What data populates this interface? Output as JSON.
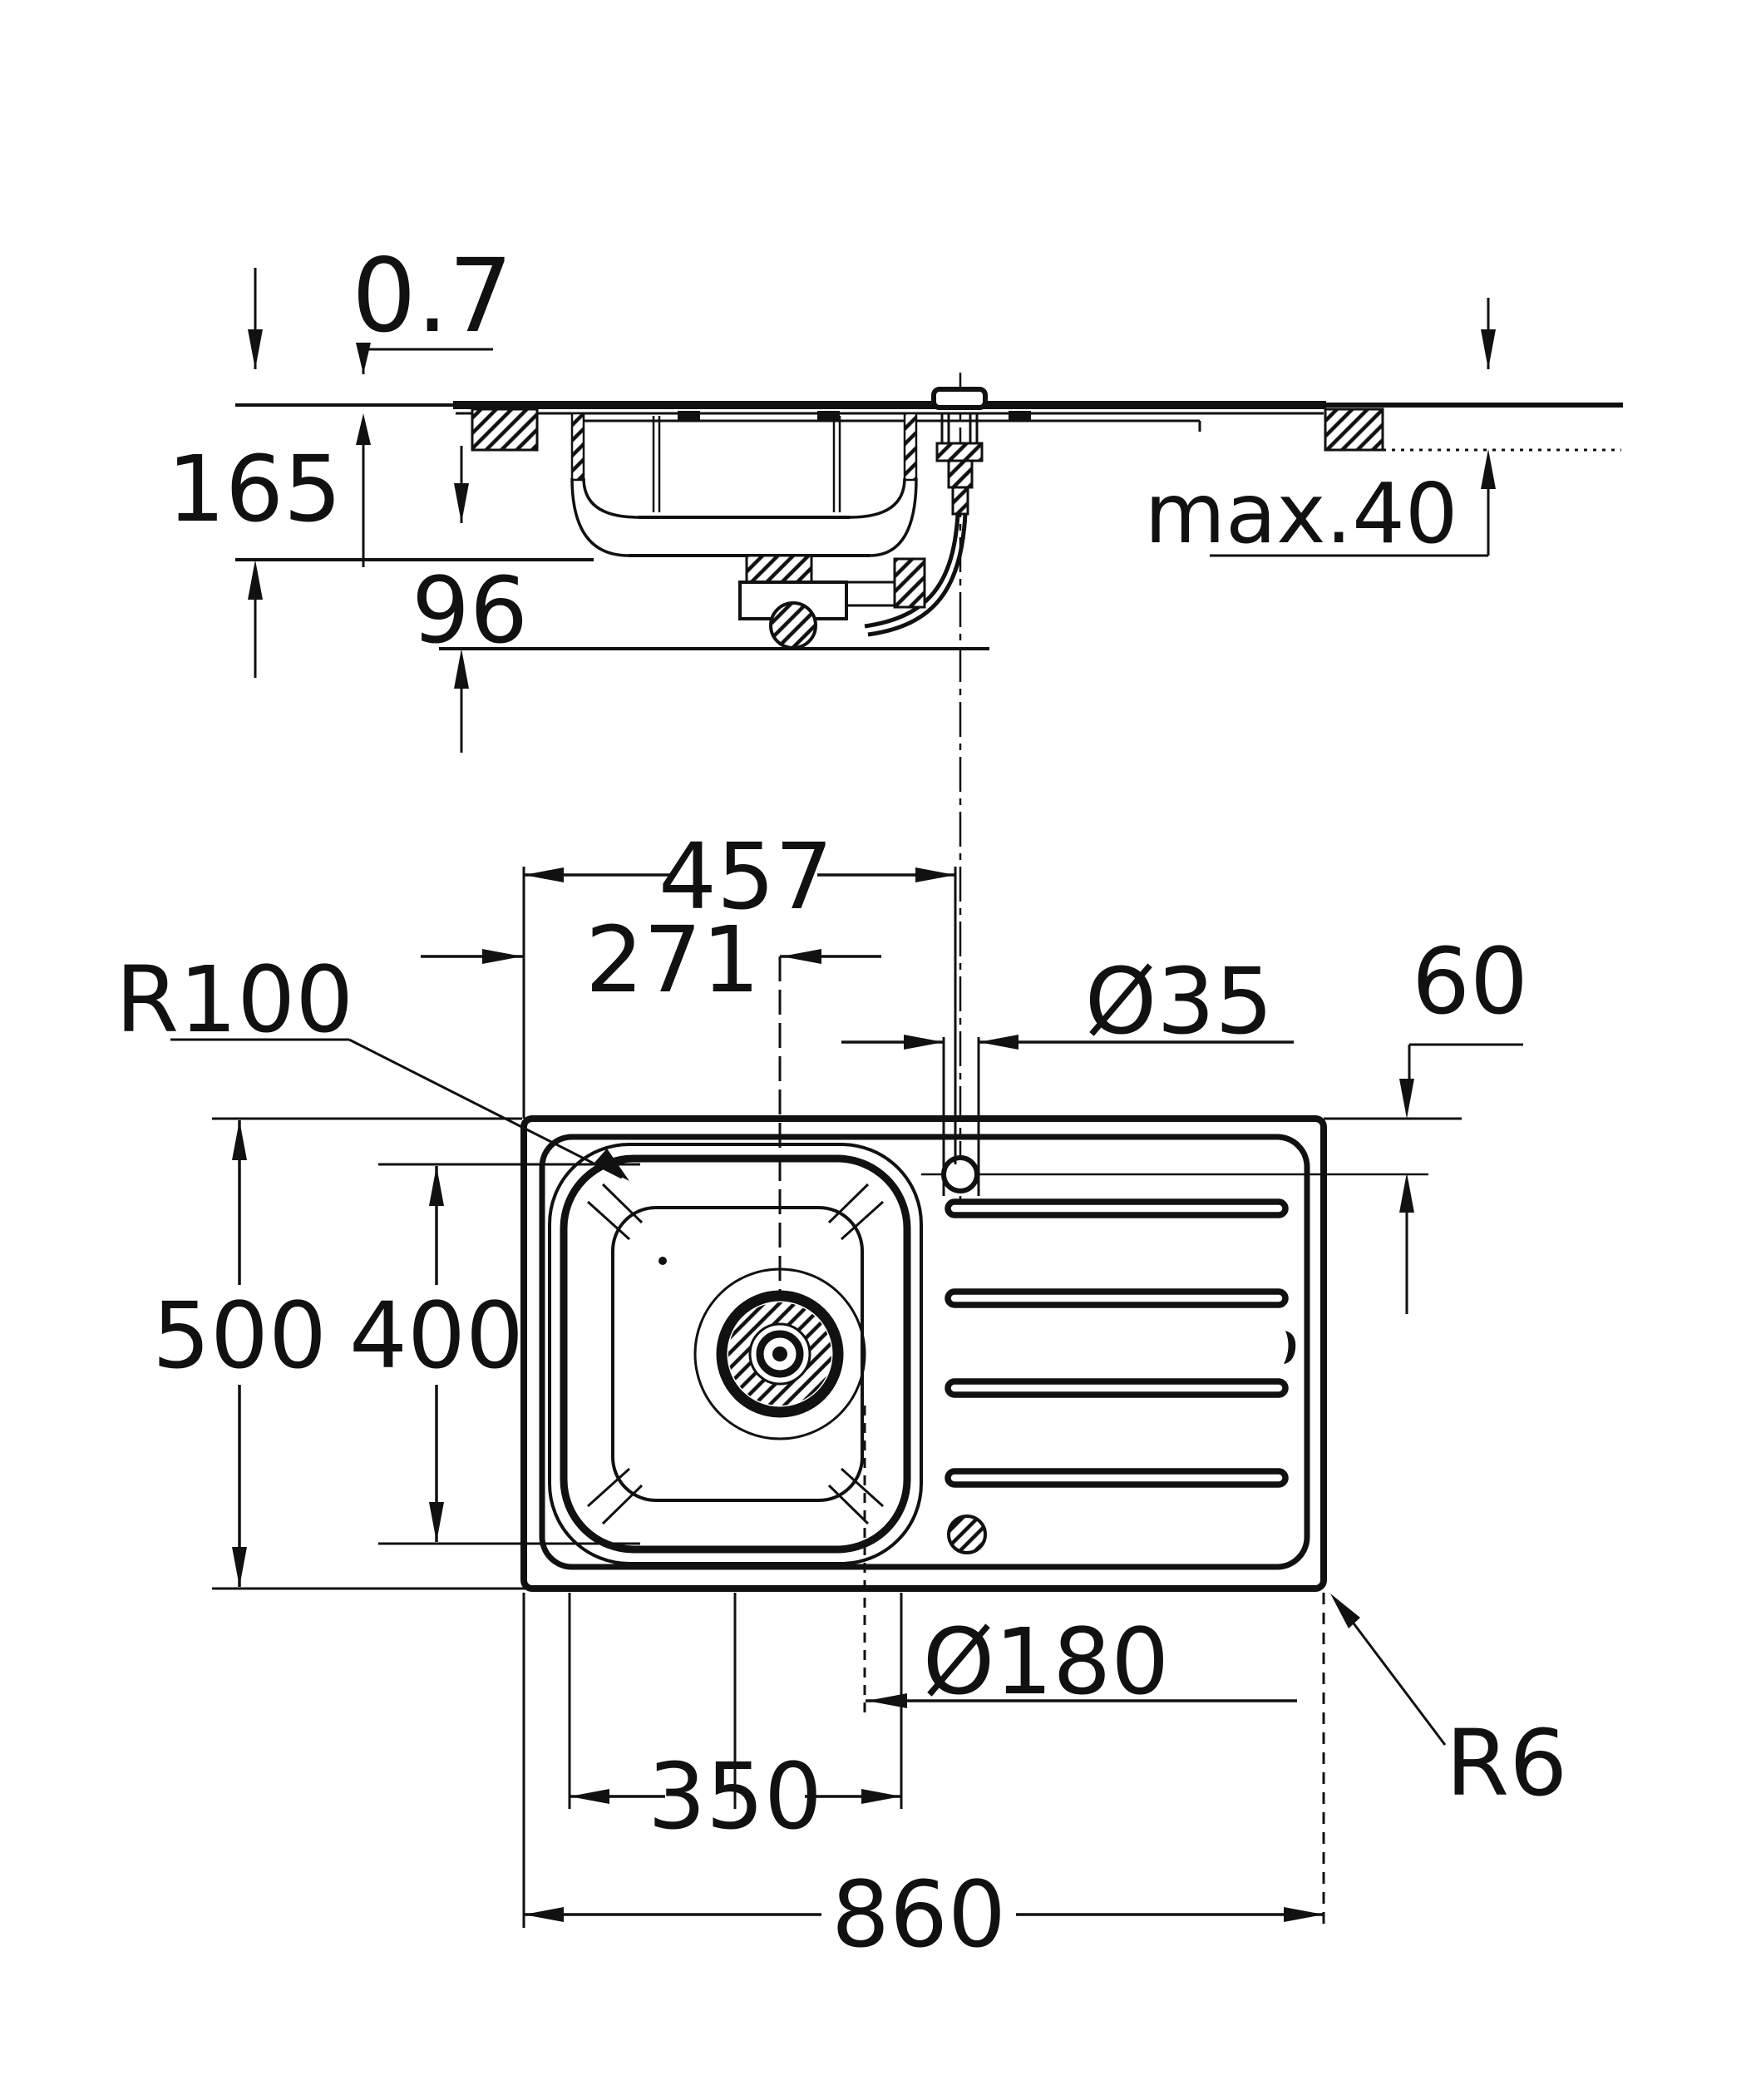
{
  "drawing_type": "sink technical drawing",
  "colors": {
    "line": "#111111",
    "background": "#ffffff"
  },
  "dimensions": {
    "section": {
      "sheet_thickness": "0.7",
      "bowl_depth": "165",
      "drain_clearance": "96",
      "countertop_thickness_max": "max.40"
    },
    "plan": {
      "tap_center_from_left": "457",
      "drain_center_from_left": "271",
      "bowl_corner_radius": "R100",
      "tap_hole_diameter": "Ø35",
      "tap_center_from_top_edge": "60",
      "overall_depth": "500",
      "bowl_cutout_depth": "400",
      "drain_recess_diameter": "Ø180",
      "bowl_cutout_width": "350",
      "overall_width": "860",
      "outer_corner_radius": "R6"
    }
  }
}
